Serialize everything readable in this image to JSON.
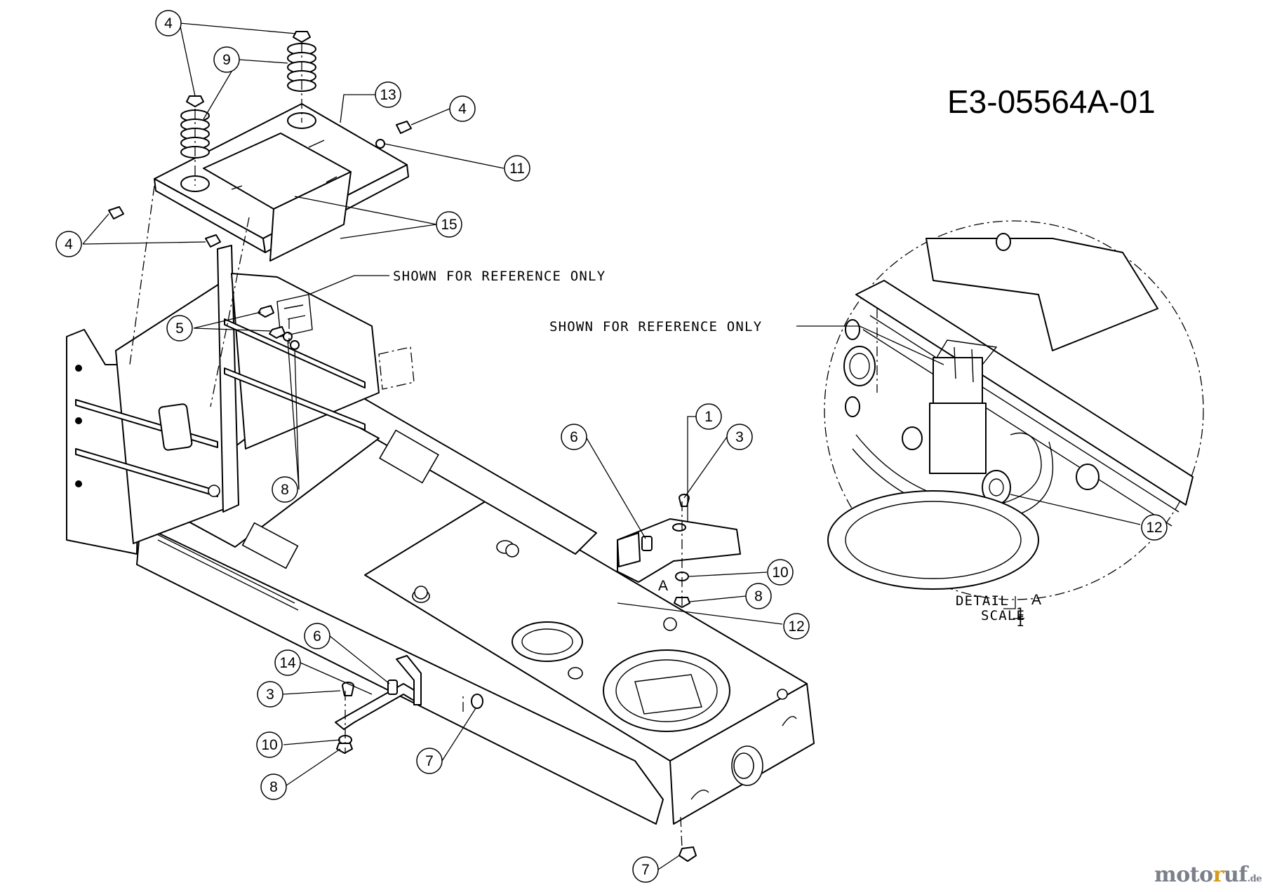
{
  "drawing": {
    "number": "E3-05564A-01"
  },
  "notes": {
    "reference_main": "SHOWN FOR REFERENCE ONLY",
    "reference_detail": "SHOWN FOR REFERENCE ONLY",
    "detail_view_letter": "A",
    "detail_label": "DETAIL",
    "detail_letter": "A",
    "scale_label": "SCALE",
    "scale_num": "1",
    "scale_den": "1"
  },
  "balloons": [
    {
      "id": "b4-top",
      "label": "4"
    },
    {
      "id": "b9",
      "label": "9"
    },
    {
      "id": "b13",
      "label": "13"
    },
    {
      "id": "b4-right",
      "label": "4"
    },
    {
      "id": "b11",
      "label": "11"
    },
    {
      "id": "b15",
      "label": "15"
    },
    {
      "id": "b4-left",
      "label": "4"
    },
    {
      "id": "b5",
      "label": "5"
    },
    {
      "id": "b8-upper",
      "label": "8"
    },
    {
      "id": "b1",
      "label": "1"
    },
    {
      "id": "b6-right",
      "label": "6"
    },
    {
      "id": "b3-right",
      "label": "3"
    },
    {
      "id": "b10-right",
      "label": "10"
    },
    {
      "id": "b8-right",
      "label": "8"
    },
    {
      "id": "b12-main",
      "label": "12"
    },
    {
      "id": "b12-detail",
      "label": "12"
    },
    {
      "id": "b6-left",
      "label": "6"
    },
    {
      "id": "b14",
      "label": "14"
    },
    {
      "id": "b3-left",
      "label": "3"
    },
    {
      "id": "b10-left",
      "label": "10"
    },
    {
      "id": "b8-lower",
      "label": "8"
    },
    {
      "id": "b7-mid",
      "label": "7"
    },
    {
      "id": "b7-bottom",
      "label": "7"
    }
  ],
  "watermark": {
    "part1": "moto",
    "part2": "r",
    "part3": "uf",
    "part4": ".de"
  }
}
